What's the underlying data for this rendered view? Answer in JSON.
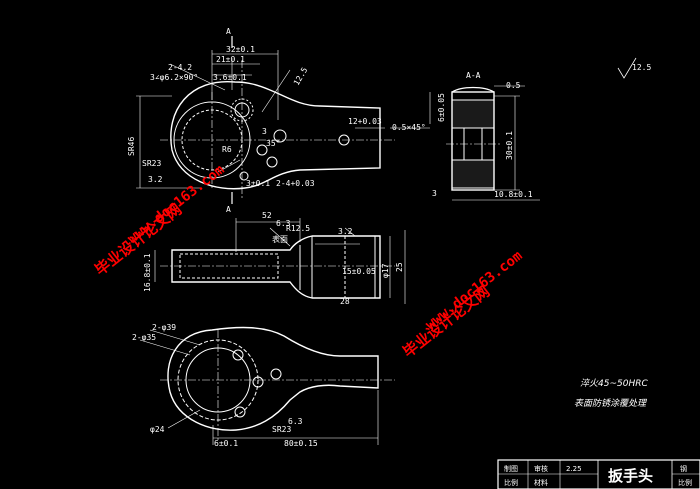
{
  "drawing": {
    "section_label": "A-A",
    "roughness": "12.5",
    "notes": {
      "line1": "淬火45~50HRC",
      "line2": "表面防锈涂覆处理"
    },
    "top_view": {
      "section_marks": [
        "A",
        "A"
      ],
      "dims": {
        "d32": "32±0.1",
        "d21": "21±0.1",
        "d2_4": "2-4.2",
        "d3_6": "3.6±0.1",
        "countersink": "3∠φ6.2×90°",
        "sr46": "SR46",
        "sr23": "SR23",
        "r6": "R6",
        "angle35": "35°",
        "d3": "3",
        "chamfer": "0.5×45°",
        "tol12": "12+0.03",
        "tol3r": "3±0.1",
        "tol2_4": "2-4+0.03",
        "rough1": "3.2",
        "rough2": "12.5"
      }
    },
    "section_view": {
      "dims": {
        "d05": "0.5",
        "d6": "6±0.05",
        "d30": "30±0.1",
        "d10_8": "10.8±0.1",
        "d3s": "3"
      }
    },
    "front_view": {
      "dims": {
        "d52": "52",
        "r12": "R12.5",
        "d16_8": "16.8±0.1",
        "d15": "15±0.05",
        "d17": "φ17",
        "d25": "25",
        "d28": "28",
        "rough": "6.3",
        "surface": "表面",
        "rough2": "3.2"
      }
    },
    "bottom_view": {
      "dims": {
        "d2_39": "2-φ39",
        "d2_35": "2-φ35",
        "d24": "φ24",
        "sr23b": "SR23",
        "d80": "80±0.15",
        "d6b": "6±0.1",
        "rough": "6.3"
      }
    }
  },
  "watermarks": {
    "left_cn": "毕业设计论文网",
    "left_url": "www.doc163.com",
    "right_cn": "毕业设计论文网",
    "right_url": "www.doc163.com"
  },
  "title_block": {
    "title": "扳手头",
    "scale_value": "2.25",
    "labels": [
      "制图",
      "审核",
      "比例",
      "材料"
    ],
    "material": "钢",
    "page": "比例"
  }
}
